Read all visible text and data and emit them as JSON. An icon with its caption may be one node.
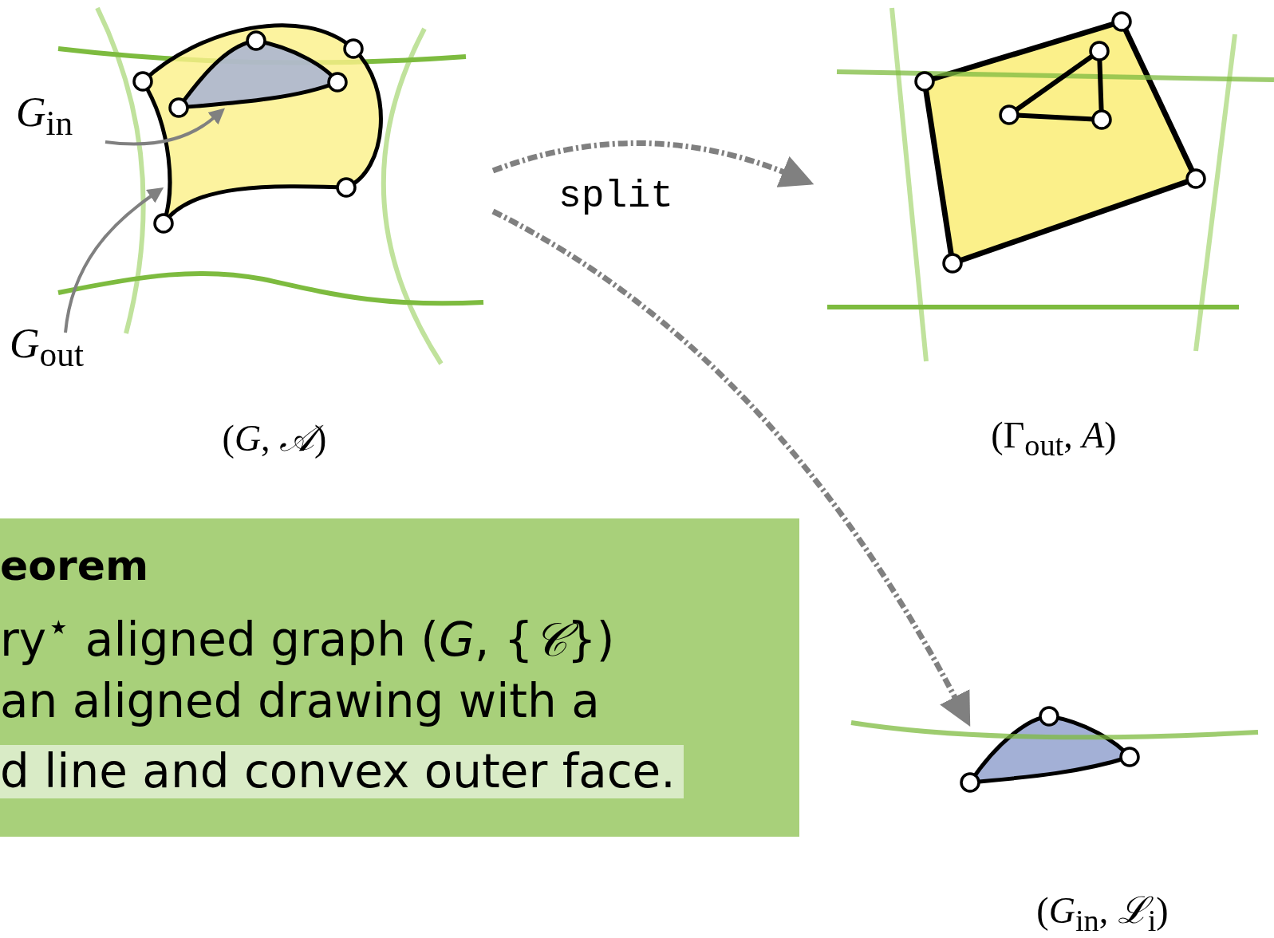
{
  "diagram": {
    "nodes": [
      {
        "text": [],
        "shape": "picture",
        "beside": [
          "(*G*, *𝒜*)"
        ]
      },
      {
        "text": [],
        "shape": "picture",
        "in": 2
      },
      {
        "text": [],
        "shape": "picture",
        "in": 0
      },
      {
        "text": [
          "*G*$_{in}$"
        ]
      },
      {
        "text": [
          "*G*$_{out}$"
        ]
      },
      {
        "text": [],
        "shape": "picture",
        "beside": [
          "(Γ$_{out}$, *A*)"
        ]
      },
      {
        "text": [],
        "shape": "picture",
        "beside": [
          "(*G*$_{in}$, *ℒ*$_{i}$)"
        ]
      },
      {
        "text": [
          "eorem",
          "ry$^{⋆}$ aligned graph (*G*, {*𝒞*})",
          "an aligned drawing with a",
          "d line and convex outer face."
        ]
      }
    ],
    "edges": [
      {
        "from": 0,
        "to": 5,
        "arrow": "to",
        "style": "dashed",
        "label": "split"
      },
      {
        "from": 0,
        "to": 6,
        "arrow": "to",
        "style": "dashed"
      },
      {
        "from": 3,
        "to": 1,
        "arrow": "to"
      },
      {
        "from": 4,
        "to": 2,
        "arrow": "to"
      }
    ]
  }
}
